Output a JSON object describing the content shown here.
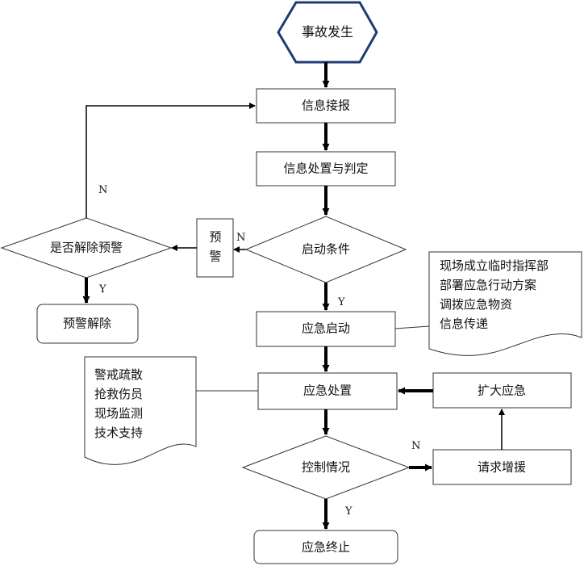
{
  "nodes": {
    "start": "事故发生",
    "info_receive": "信息接报",
    "info_process": "信息处置与判定",
    "start_condition": "启动条件",
    "warning_char1": "预",
    "warning_char2": "警",
    "cancel_warning_q": "是否解除预警",
    "warning_cleared": "预警解除",
    "emergency_start": "应急启动",
    "emergency_handle": "应急处置",
    "expand_emergency": "扩大应急",
    "control_situation": "控制情况",
    "request_support": "请求增援",
    "emergency_end": "应急终止"
  },
  "notes": {
    "startup": [
      "现场成立临时指挥部",
      "部署应急行动方案",
      "调拨应急物资",
      "信息传递"
    ],
    "handling": [
      "警戒疏散",
      "抢救伤员",
      "现场监测",
      "技术支持"
    ]
  },
  "edge_labels": {
    "loop_no": "N",
    "warning_no": "N",
    "cancel_yes": "Y",
    "start_yes": "Y",
    "control_no": "N",
    "control_yes": "Y"
  }
}
